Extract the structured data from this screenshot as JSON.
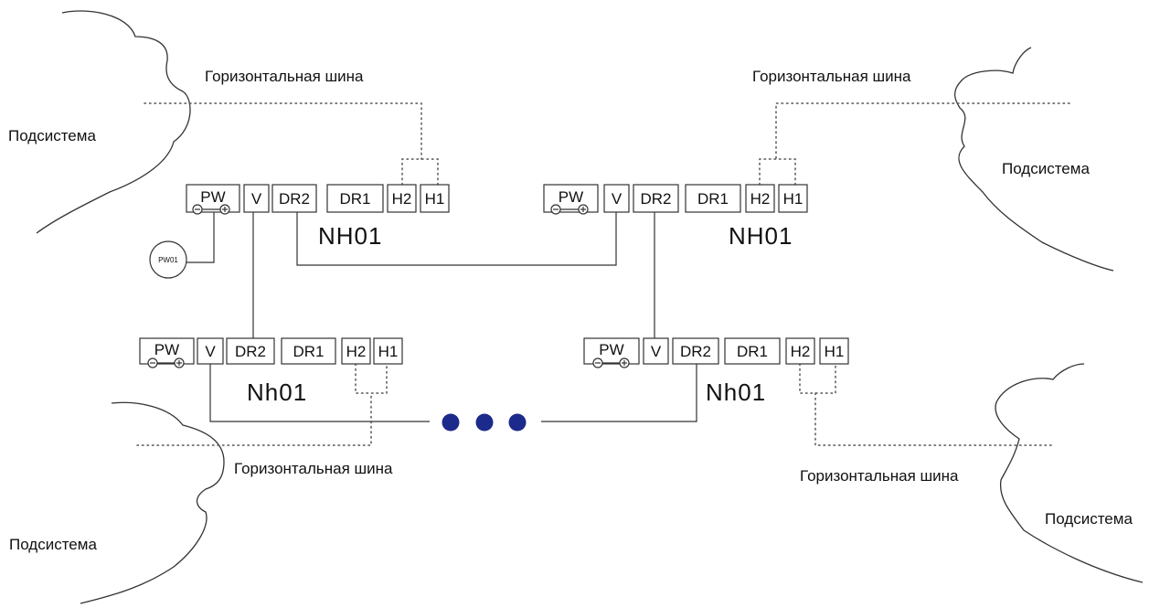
{
  "labels": {
    "subsystem": "Подсистема",
    "horizontal_bus": "Горизонтальная шина",
    "controller_upper": "NH01",
    "controller_lower": "Nh01",
    "pw01": "PW01"
  },
  "terminals": {
    "pw": "PW",
    "v": "V",
    "dr2": "DR2",
    "dr1": "DR1",
    "h2": "H2",
    "h1": "H1"
  },
  "colors": {
    "continuation_dots": "#1c2a8c",
    "lines": "#333333"
  }
}
